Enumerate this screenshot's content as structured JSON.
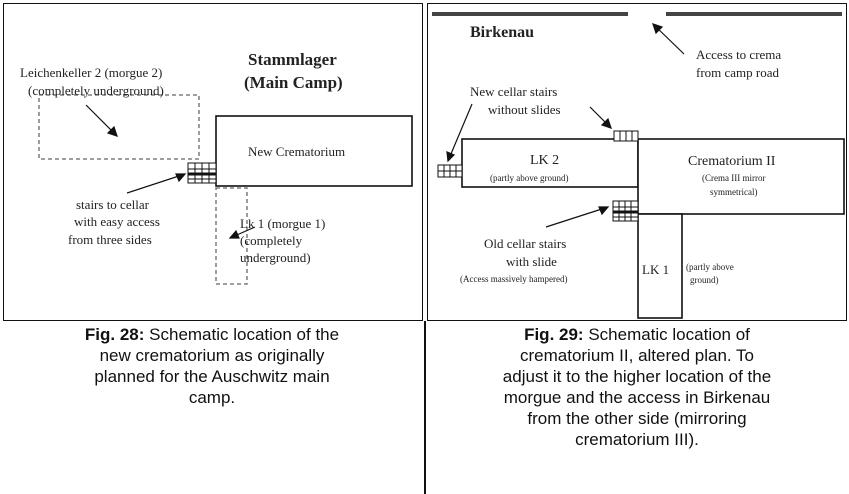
{
  "left_diagram": {
    "title_line1": "Stammlager",
    "title_line2": "(Main Camp)",
    "lk2_line1": "Leichenkeller 2 (morgue 2)",
    "lk2_line2": "(completely underground)",
    "crematorium_label": "New Crematorium",
    "stairs_line1": "stairs to cellar",
    "stairs_line2": "with easy access",
    "stairs_line3": "from three sides",
    "lk1_line1": "Lk 1 (morgue 1)",
    "lk1_line2": "(completely",
    "lk1_line3": "underground)"
  },
  "right_diagram": {
    "title": "Birkenau",
    "access_line1": "Access to crema",
    "access_line2": "from camp road",
    "new_stairs_line1": "New cellar stairs",
    "new_stairs_line2": "without slides",
    "lk2_label": "LK 2",
    "lk2_sub": "(partly above ground)",
    "crema_label": "Crematorium II",
    "crema_sub1": "(Crema III mirror",
    "crema_sub2": "symmetrical)",
    "old_stairs_line1": "Old cellar stairs",
    "old_stairs_line2": "with slide",
    "old_stairs_line3": "(Access massively hampered)",
    "lk1_label": "LK 1",
    "lk1_sub1": "(partly above",
    "lk1_sub2": "ground)"
  },
  "captions": {
    "left_fig": "Fig. 28:",
    "left_text_1": " Schematic location of the",
    "left_text_2": "new crematorium as originally",
    "left_text_3": "planned for the Auschwitz main",
    "left_text_4": "camp.",
    "right_fig": "Fig. 29:",
    "right_text_1": " Schematic location of",
    "right_text_2": "crematorium II, altered plan. To",
    "right_text_3": "adjust it to the higher location of the",
    "right_text_4": "morgue and the access in Birkenau",
    "right_text_5": "from the other side (mirroring",
    "right_text_6": "crematorium III)."
  }
}
